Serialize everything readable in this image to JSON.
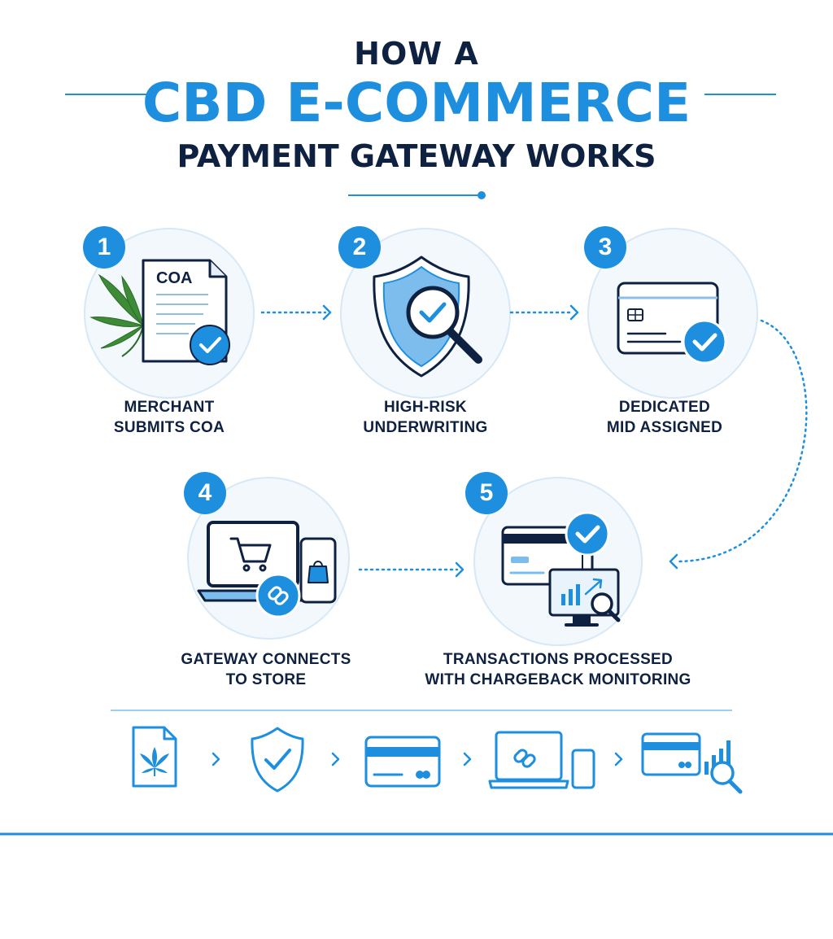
{
  "title": {
    "line1": "HOW A",
    "line2": "CBD E-COMMERCE",
    "line3": "PAYMENT GATEWAY WORKS"
  },
  "steps": [
    {
      "number": "1",
      "label_line1": "MERCHANT",
      "label_line2": "SUBMITS COA",
      "icon": "coa-document-icon",
      "doc_text": "COA"
    },
    {
      "number": "2",
      "label_line1": "HIGH-RISK",
      "label_line2": "UNDERWRITING",
      "icon": "shield-magnifier-icon"
    },
    {
      "number": "3",
      "label_line1": "DEDICATED",
      "label_line2": "MID ASSIGNED",
      "icon": "credit-card-check-icon"
    },
    {
      "number": "4",
      "label_line1": "GATEWAY CONNECTS",
      "label_line2": "TO STORE",
      "icon": "laptop-cart-link-icon"
    },
    {
      "number": "5",
      "label_line1": "TRANSACTIONS PROCESSED",
      "label_line2": "WITH CHARGEBACK MONITORING",
      "icon": "card-monitor-analytics-icon"
    }
  ],
  "summary_icons": [
    "cannabis-document-icon",
    "shield-check-icon",
    "credit-card-icon",
    "laptop-link-icon",
    "card-analytics-icon"
  ],
  "colors": {
    "accent": "#1e8fde",
    "navy": "#0f2140",
    "circle_bg": "#f3f8fd",
    "leaf": "#3d8b37"
  }
}
